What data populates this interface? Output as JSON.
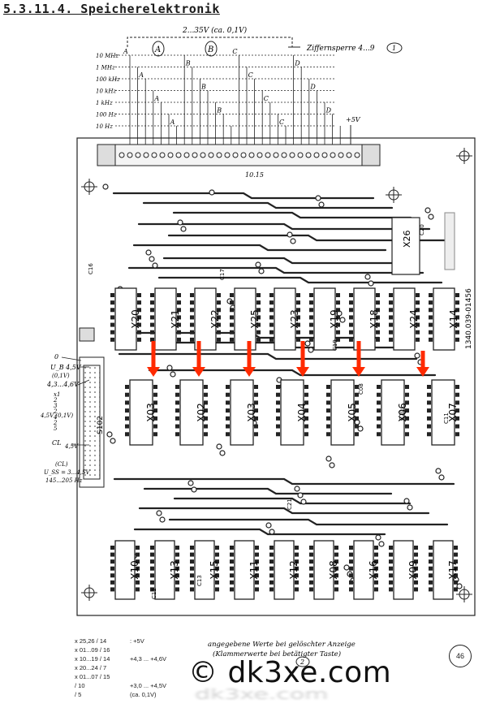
{
  "header": {
    "title": "5.3.11.4. Speicherelektronik"
  },
  "top_labels": {
    "supply": "2...35V (ca. 0,1V)",
    "ziffernsperre": "Ziffernsperre 4...9",
    "ziffernsperre_circle": "1",
    "plus5v": "+5V",
    "connector": "10.15",
    "circle_a": "A",
    "circle_b": "B"
  },
  "frequency_labels": [
    "10 MHz",
    "1 MHz",
    "100 kHz",
    "10 kHz",
    "1 kHz",
    "100 Hz",
    "10 Hz"
  ],
  "line_letters": [
    "A",
    "B",
    "C",
    "D"
  ],
  "board": {
    "part_number": "1340.039-01456"
  },
  "ic_labels": {
    "row1": [
      "X20",
      "X21",
      "X22",
      "X25",
      "X23",
      "X19",
      "X18",
      "X24",
      "X14"
    ],
    "row2": [
      "X03",
      "X02",
      "X03",
      "X04",
      "X05",
      "X06",
      "X07"
    ],
    "row3": [
      "X10",
      "X13",
      "X15",
      "X11",
      "X12",
      "X08",
      "X16",
      "X09",
      "X17"
    ],
    "x26": "X26",
    "s102": "S102"
  },
  "capacitor_labels": [
    "C16",
    "C17",
    "C20",
    "C19",
    "C21",
    "C13",
    "C12",
    "C08",
    "C10",
    "C11"
  ],
  "left_labels": {
    "zero": "0",
    "u_b": "U_B 4,5V",
    "u_b_note": "(0,1V)",
    "range": "4,3...4,6V",
    "x_labels": [
      "x1",
      "2",
      "3",
      "2",
      "4",
      "2",
      "5"
    ],
    "x_45": "4,5V (0,1V)",
    "cl_label": "CL",
    "cl_value": "4,5V",
    "pulse": "(CL)",
    "u_ss": "U_SS = 3...4,5V",
    "freq": "145...205 Hz"
  },
  "bottom_caption": {
    "line1": "angegebene Werte bei gelöschter Anzeige",
    "line2": "(Klammerwerte bei betätigter Taste)",
    "circle": "2"
  },
  "notes": [
    {
      "pins": "x 25,26 / 14",
      "value": ": +5V"
    },
    {
      "pins": "x 01...09 / 16",
      "value": ""
    },
    {
      "pins": "x 10...19 / 14",
      "value": "+4,3 ... +4,6V"
    },
    {
      "pins": "x 20...24 / 7",
      "value": ""
    },
    {
      "pins": "x 01...07 / 15",
      "value": ""
    },
    {
      "pins": "/ 10",
      "value": "+3,0 ... +4,5V"
    },
    {
      "pins": "/ 5",
      "value": "(ca. 0,1V)"
    }
  ],
  "page_number": "46",
  "watermark": "© dk3xe.com",
  "colors": {
    "ink": "#1a1a1a",
    "arrow": "#ff2a00",
    "paper": "#ffffff"
  }
}
